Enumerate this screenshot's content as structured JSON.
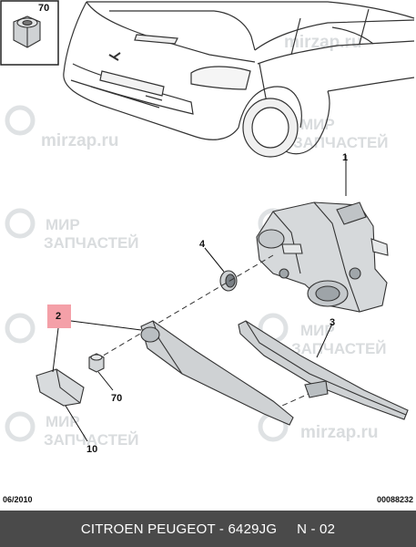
{
  "inset": {
    "label": "70"
  },
  "callouts": [
    {
      "id": "1",
      "text": "1"
    },
    {
      "id": "2",
      "text": "2"
    },
    {
      "id": "3",
      "text": "3"
    },
    {
      "id": "4",
      "text": "4"
    },
    {
      "id": "70",
      "text": "70"
    },
    {
      "id": "10",
      "text": "10"
    }
  ],
  "watermark": {
    "site": "mirzap.ru",
    "line1": "МИР",
    "line2": "ЗАПЧАСТЕЙ"
  },
  "meta": {
    "date": "06/2010",
    "code": "00088232"
  },
  "footer": {
    "title": "CITROEN PEUGEOT - 6429JG",
    "page": "N - 02"
  },
  "colors": {
    "highlight": "#f4a0a8",
    "footer_bg": "#4a4a4a",
    "watermark": "#d9dcde"
  }
}
